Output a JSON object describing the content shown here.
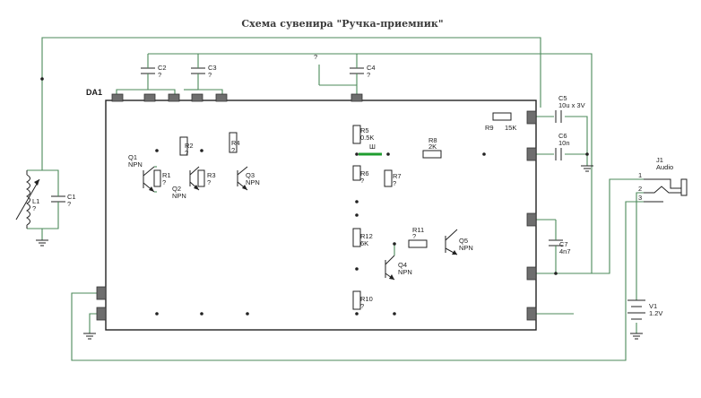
{
  "title": "Схема сувенира \"Ручка-приемник\"",
  "ic": {
    "ref": "DA1"
  },
  "unknown_marker": "?",
  "components": {
    "L1": {
      "ref": "L1",
      "value": "?"
    },
    "C1": {
      "ref": "C1",
      "value": "?"
    },
    "C2": {
      "ref": "C2",
      "value": "?"
    },
    "C3": {
      "ref": "C3",
      "value": "?"
    },
    "C4": {
      "ref": "C4",
      "value": "?"
    },
    "C5": {
      "ref": "C5",
      "value": "10u x 3V"
    },
    "C6": {
      "ref": "C6",
      "value": "10n"
    },
    "C7": {
      "ref": "C7",
      "value": "4n7"
    },
    "R1": {
      "ref": "R1",
      "value": "?"
    },
    "R2": {
      "ref": "R2",
      "value": "?"
    },
    "R3": {
      "ref": "R3",
      "value": "?"
    },
    "R4": {
      "ref": "R4",
      "value": "?"
    },
    "R5": {
      "ref": "R5",
      "value": "0.5K"
    },
    "R6": {
      "ref": "R6",
      "value": "?"
    },
    "R7": {
      "ref": "R7",
      "value": "?"
    },
    "R8": {
      "ref": "R8",
      "value": "2K"
    },
    "R9": {
      "ref": "R9",
      "value": "15K"
    },
    "R10": {
      "ref": "R10",
      "value": "?"
    },
    "R11": {
      "ref": "R11",
      "value": "?"
    },
    "R12": {
      "ref": "R12",
      "value": "6K"
    },
    "Q1": {
      "ref": "Q1",
      "type": "NPN"
    },
    "Q2": {
      "ref": "Q2",
      "type": "NPN"
    },
    "Q3": {
      "ref": "Q3",
      "type": "NPN"
    },
    "Q4": {
      "ref": "Q4",
      "type": "NPN"
    },
    "Q5": {
      "ref": "Q5",
      "type": "NPN"
    },
    "J1": {
      "ref": "J1",
      "value": "Audio",
      "pin1": "1",
      "pin2": "2",
      "pin3": "3"
    },
    "V1": {
      "ref": "V1",
      "value": "1.2V"
    },
    "short": {
      "ref": "Ш"
    }
  }
}
